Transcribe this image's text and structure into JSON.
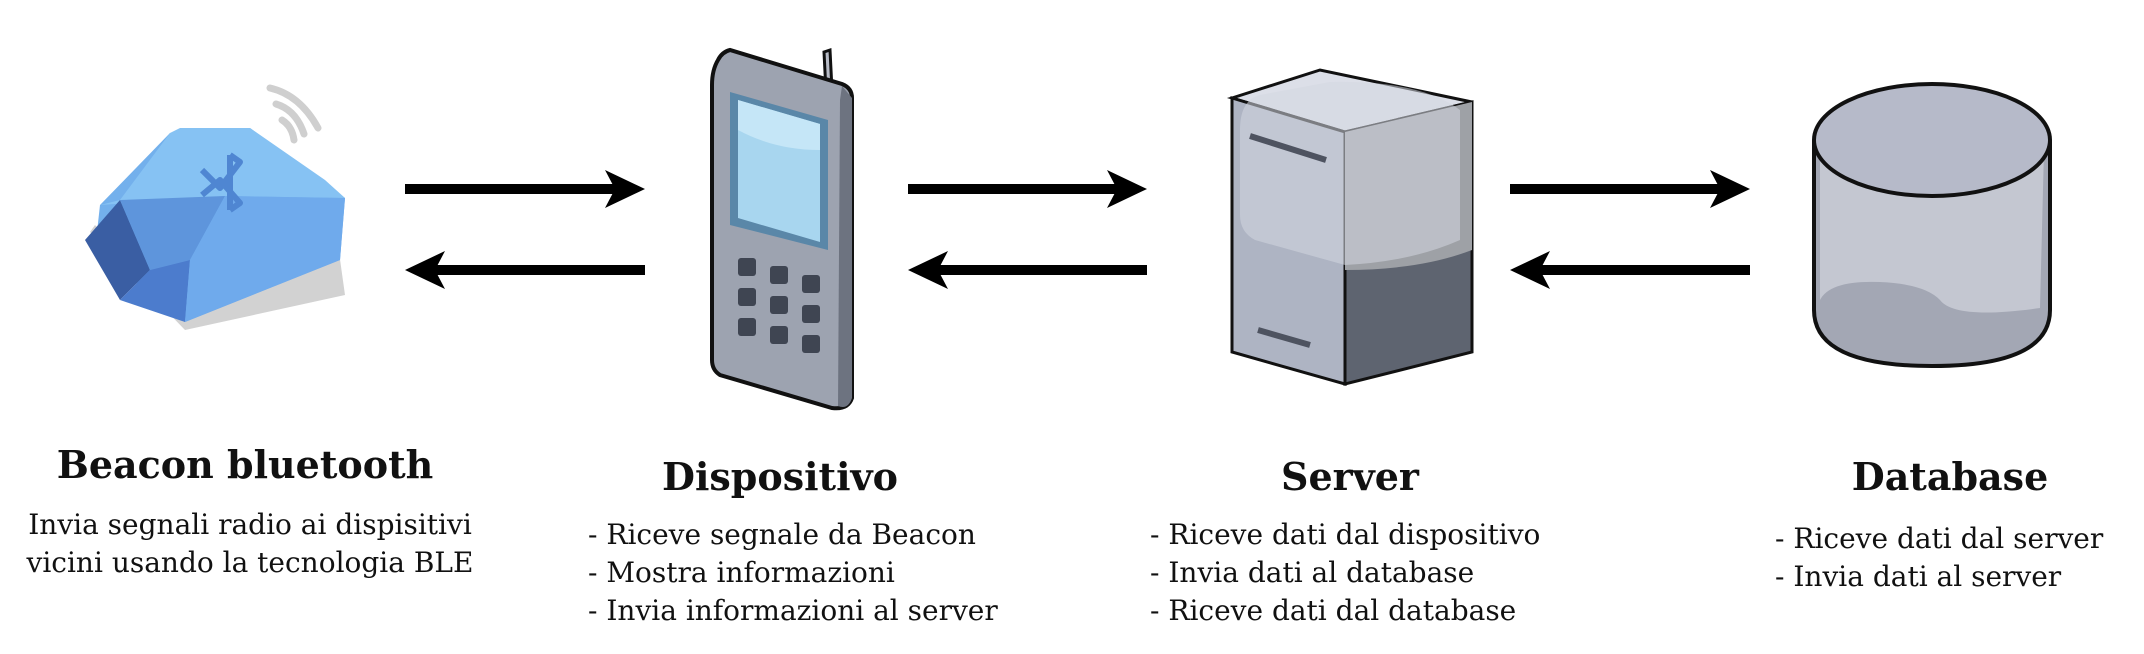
{
  "nodes": {
    "beacon": {
      "title": "Beacon bluetooth",
      "lines": [
        "Invia segnali radio ai dispisitivi",
        "vicini usando la tecnologia BLE"
      ]
    },
    "device": {
      "title": "Dispositivo",
      "lines": [
        "- Riceve segnale da Beacon",
        "- Mostra informazioni",
        "- Invia informazioni al server"
      ]
    },
    "server": {
      "title": "Server",
      "lines": [
        "- Riceve dati dal dispositivo",
        "- Invia dati al database",
        "- Riceve dati dal database"
      ]
    },
    "database": {
      "title": "Database",
      "lines": [
        "- Riceve dati dal server",
        "- Invia dati al server"
      ]
    }
  },
  "icons": [
    "bluetooth-beacon-icon",
    "mobile-phone-icon",
    "server-icon",
    "database-icon"
  ],
  "colors": {
    "beacon_blue": "#74b2ee",
    "server_gray": "#a8adba",
    "arrow": "#000000"
  }
}
